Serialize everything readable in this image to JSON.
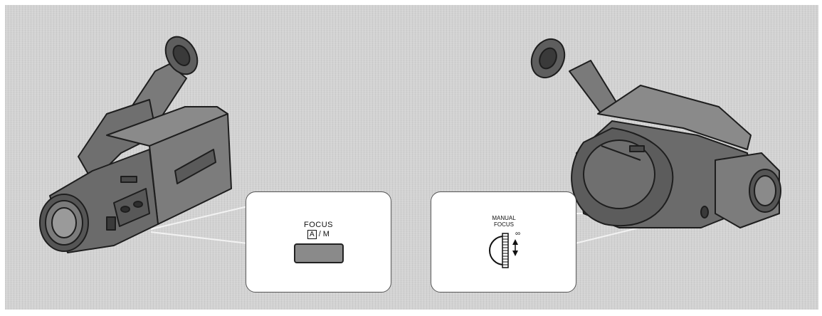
{
  "left_callout": {
    "title": "FOCUS",
    "mode_a": "A",
    "mode_m": "/ M"
  },
  "right_callout": {
    "title_line1": "MANUAL",
    "title_line2": "FOCUS",
    "infinity": "∞"
  },
  "colors": {
    "background": "#d3d3d3",
    "camera_body": "#6b6b6b",
    "switch": "#8a8a8a"
  }
}
